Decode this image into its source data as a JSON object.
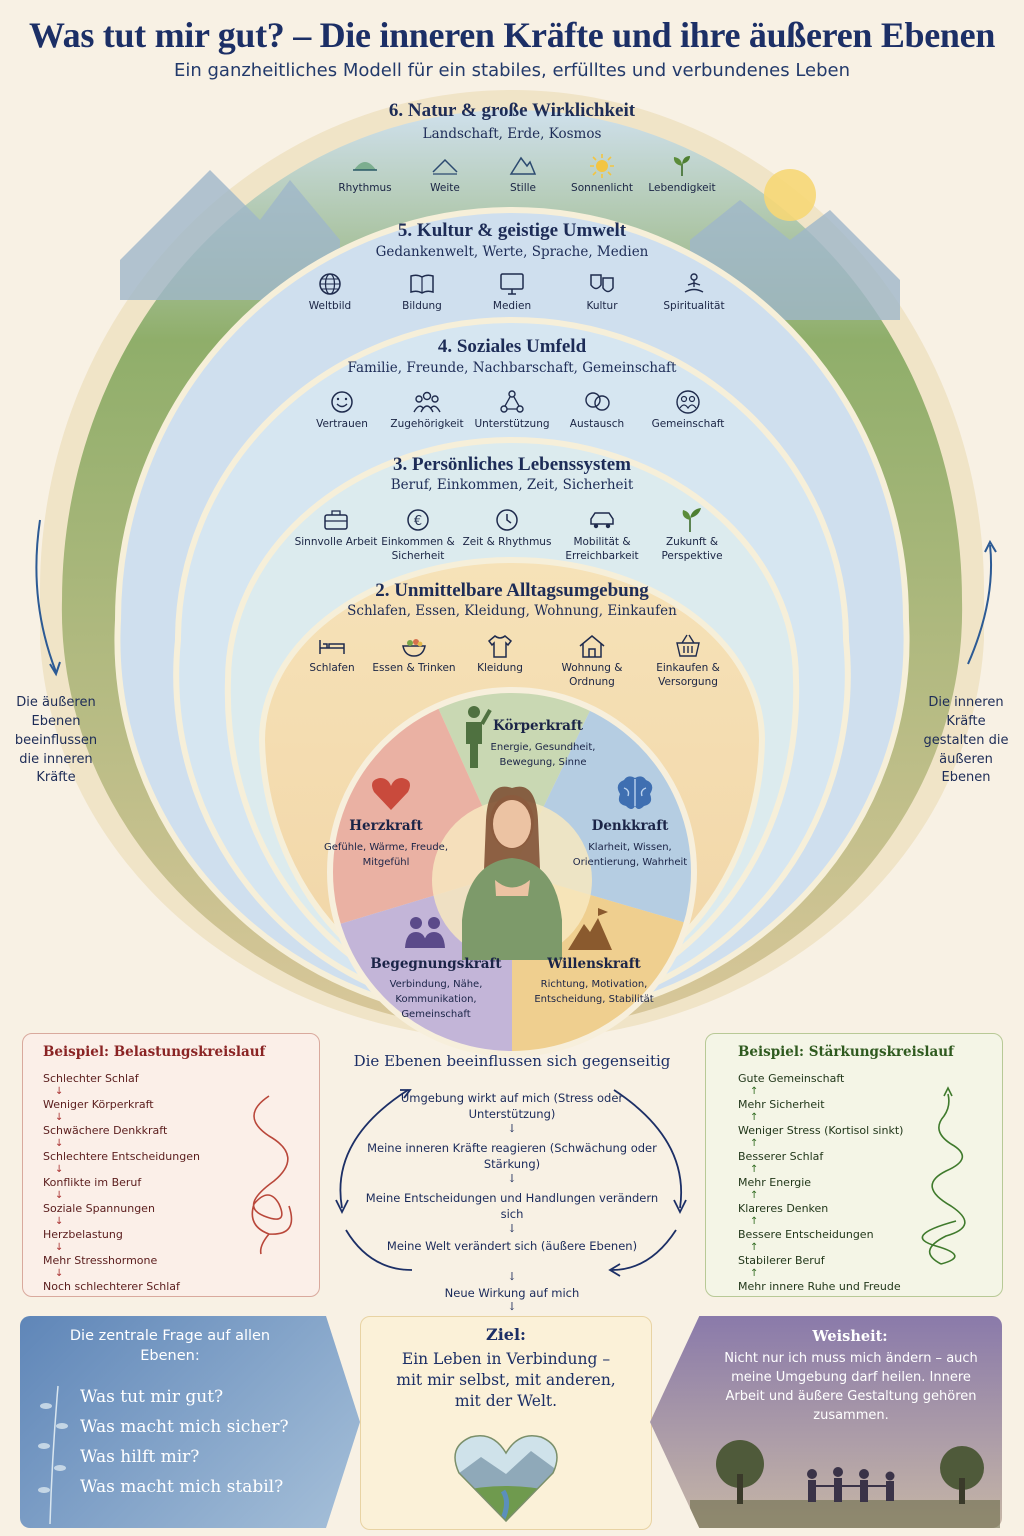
{
  "title": "Was tut mir gut? – Die inneren Kräfte und ihre äußeren Ebenen",
  "subtitle": "Ein ganzheitliches Modell für ein stabiles, erfülltes und verbundenes Leben",
  "colors": {
    "navy": "#1c2f66",
    "red": "#8a2424",
    "green": "#2f5a1f",
    "ring_blue": "#8fb3d9",
    "ring_gold": "#e8c98a"
  },
  "levels": [
    {
      "title": "6. Natur & große Wirklichkeit",
      "subtitle": "Landschaft, Erde, Kosmos",
      "items": [
        {
          "label": "Rhythmus",
          "icon": "wave-icon"
        },
        {
          "label": "Weite",
          "icon": "horizon-icon"
        },
        {
          "label": "Stille",
          "icon": "mountain-icon"
        },
        {
          "label": "Sonnenlicht",
          "icon": "sun-icon"
        },
        {
          "label": "Lebendigkeit",
          "icon": "sprout-icon"
        }
      ]
    },
    {
      "title": "5. Kultur & geistige Umwelt",
      "subtitle": "Gedankenwelt, Werte, Sprache, Medien",
      "items": [
        {
          "label": "Weltbild",
          "icon": "globe-icon"
        },
        {
          "label": "Bildung",
          "icon": "book-icon"
        },
        {
          "label": "Medien",
          "icon": "monitor-icon"
        },
        {
          "label": "Kultur",
          "icon": "masks-icon"
        },
        {
          "label": "Spiritualität",
          "icon": "meditation-icon"
        }
      ]
    },
    {
      "title": "4. Soziales Umfeld",
      "subtitle": "Familie, Freunde, Nachbarschaft, Gemeinschaft",
      "items": [
        {
          "label": "Vertrauen",
          "icon": "smile-icon"
        },
        {
          "label": "Zugehörigkeit",
          "icon": "group-icon"
        },
        {
          "label": "Unterstützung",
          "icon": "network-icon"
        },
        {
          "label": "Austausch",
          "icon": "chat-icon"
        },
        {
          "label": "Gemeinschaft",
          "icon": "circle-people-icon"
        }
      ]
    },
    {
      "title": "3. Persönliches Lebenssystem",
      "subtitle": "Beruf, Einkommen, Zeit, Sicherheit",
      "items": [
        {
          "label": "Sinnvolle Arbeit",
          "icon": "briefcase-icon"
        },
        {
          "label": "Einkommen & Sicherheit",
          "icon": "euro-icon"
        },
        {
          "label": "Zeit & Rhythmus",
          "icon": "clock-icon"
        },
        {
          "label": "Mobilität & Erreichbarkeit",
          "icon": "car-icon"
        },
        {
          "label": "Zukunft & Perspektive",
          "icon": "plant-icon"
        }
      ]
    },
    {
      "title": "2. Unmittelbare Alltagsumgebung",
      "subtitle": "Schlafen, Essen, Kleidung, Wohnung, Einkaufen",
      "items": [
        {
          "label": "Schlafen",
          "icon": "bed-icon"
        },
        {
          "label": "Essen & Trinken",
          "icon": "bowl-icon"
        },
        {
          "label": "Kleidung",
          "icon": "shirt-icon"
        },
        {
          "label": "Wohnung & Ordnung",
          "icon": "house-icon"
        },
        {
          "label": "Einkaufen & Versorgung",
          "icon": "basket-icon"
        }
      ]
    }
  ],
  "kraefte": [
    {
      "title": "Körperkraft",
      "text": "Energie, Gesundheit, Bewegung, Sinne",
      "icon": "person-icon"
    },
    {
      "title": "Herzkraft",
      "text": "Gefühle, Wärme, Freude, Mitgefühl",
      "icon": "heart-icon"
    },
    {
      "title": "Denkkraft",
      "text": "Klarheit, Wissen, Orientierung, Wahrheit",
      "icon": "brain-icon"
    },
    {
      "title": "Begegnungskraft",
      "text": "Verbindung, Nähe, Kommunikation, Gemeinschaft",
      "icon": "people-icon"
    },
    {
      "title": "Willenskraft",
      "text": "Richtung, Motivation, Entscheidung, Stabilität",
      "icon": "flag-mountain-icon"
    }
  ],
  "side_left": "Die äußeren Ebenen beeinflussen die inneren Kräfte",
  "side_right": "Die inneren Kräfte gestalten die äußeren Ebenen",
  "belastung": {
    "title": "Beispiel: Belastungskreislauf",
    "steps": [
      "Schlechter Schlaf",
      "Weniger Körperkraft",
      "Schwächere Denkkraft",
      "Schlechtere Entscheidungen",
      "Konflikte im Beruf",
      "Soziale Spannungen",
      "Herzbelastung",
      "Mehr Stresshormone",
      "Noch schlechterer Schlaf"
    ]
  },
  "staerkung": {
    "title": "Beispiel: Stärkungskreislauf",
    "steps": [
      "Gute Gemeinschaft",
      "Mehr Sicherheit",
      "Weniger Stress (Kortisol sinkt)",
      "Besserer Schlaf",
      "Mehr Energie",
      "Klareres Denken",
      "Bessere Entscheidungen",
      "Stabilerer Beruf",
      "Mehr innere Ruhe und Freude"
    ]
  },
  "wechsel": {
    "title": "Die Ebenen beeinflussen sich gegenseitig",
    "steps": [
      "Umgebung wirkt auf mich (Stress oder Unterstützung)",
      "Meine inneren Kräfte reagieren (Schwächung oder Stärkung)",
      "Meine Entscheidungen und Handlungen verändern sich",
      "Meine Welt verändert sich (äußere Ebenen)",
      "Neue Wirkung auf mich"
    ]
  },
  "frage": {
    "heading": "Die zentrale Frage auf allen Ebenen:",
    "questions": [
      "Was tut mir gut?",
      "Was macht mich sicher?",
      "Was hilft mir?",
      "Was macht mich stabil?"
    ]
  },
  "ziel": {
    "heading": "Ziel:",
    "text": "Ein Leben in Verbindung – mit mir selbst, mit anderen, mit der Welt."
  },
  "weisheit": {
    "heading": "Weisheit:",
    "text": "Nicht nur ich muss mich ändern – auch meine Umgebung darf heilen. Innere Arbeit und äußere Gestaltung gehören zusammen."
  }
}
